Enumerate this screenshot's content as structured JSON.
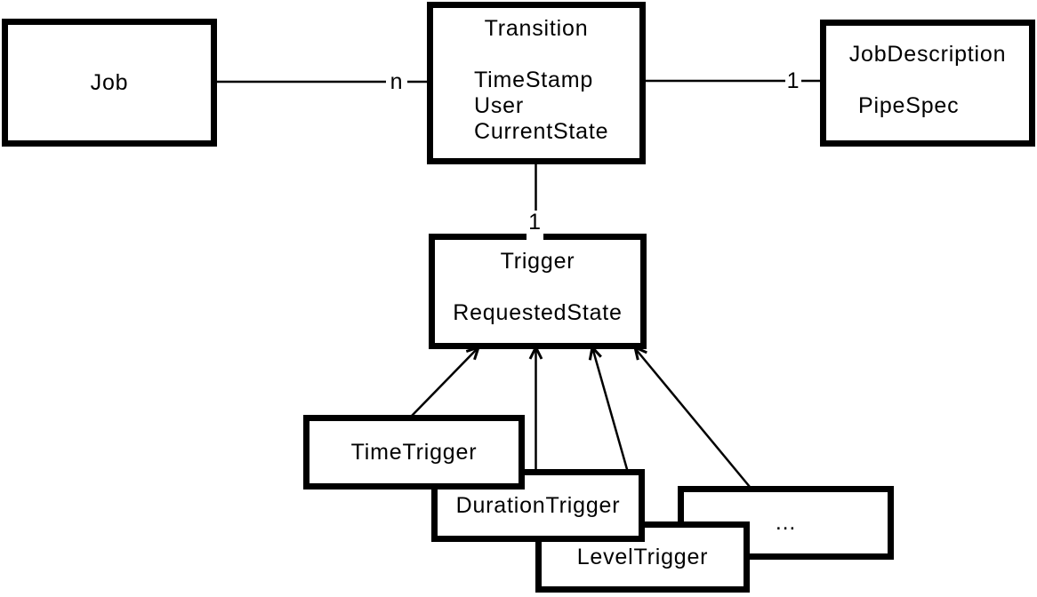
{
  "diagram": {
    "background_color": "#ffffff",
    "stroke_color": "#000000",
    "nodes": {
      "job": {
        "title": "Job",
        "attributes": []
      },
      "transition": {
        "title": "Transition",
        "attributes": [
          "TimeStamp",
          "User",
          "CurrentState"
        ]
      },
      "job_description": {
        "title": "JobDescription",
        "attributes": [
          "PipeSpec"
        ]
      },
      "trigger": {
        "title": "Trigger",
        "attributes": [
          "RequestedState"
        ]
      },
      "time_trigger": {
        "title": "TimeTrigger",
        "attributes": []
      },
      "duration_trigger": {
        "title": "DurationTrigger",
        "attributes": []
      },
      "level_trigger": {
        "title": "LevelTrigger",
        "attributes": []
      },
      "other_triggers": {
        "title": "...",
        "attributes": []
      }
    },
    "edges": {
      "job_to_transition": {
        "type": "association",
        "multiplicity": "n"
      },
      "transition_to_job_description": {
        "type": "association",
        "multiplicity": "1"
      },
      "transition_to_trigger": {
        "type": "association",
        "multiplicity": "1"
      },
      "time_trigger_to_trigger": {
        "type": "arrow"
      },
      "duration_trigger_to_trigger": {
        "type": "arrow"
      },
      "level_trigger_to_trigger": {
        "type": "arrow"
      },
      "other_triggers_to_trigger": {
        "type": "arrow"
      }
    }
  }
}
